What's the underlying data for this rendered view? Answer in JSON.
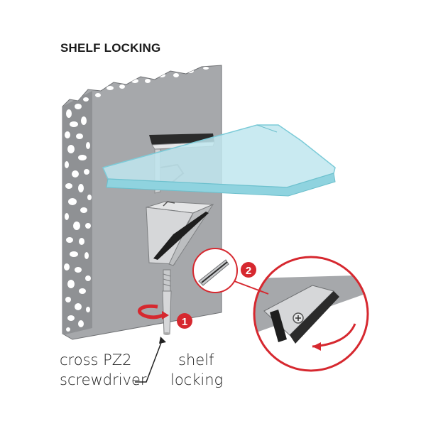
{
  "title": "SHELF LOCKING",
  "labels": {
    "screwdriver_line1": "cross PZ2",
    "screwdriver_line2": "screwdriver",
    "locking_line1": "shelf",
    "locking_line2": "locking"
  },
  "steps": {
    "one": "1",
    "two": "2"
  },
  "colors": {
    "accent_red": "#d6282f",
    "wall": "#a7a9ac",
    "glass": "#bfe6ee",
    "glass_edge": "#7ccbd8",
    "bracket": "#d9dadb",
    "bracket_dark": "#2b2b2b"
  }
}
